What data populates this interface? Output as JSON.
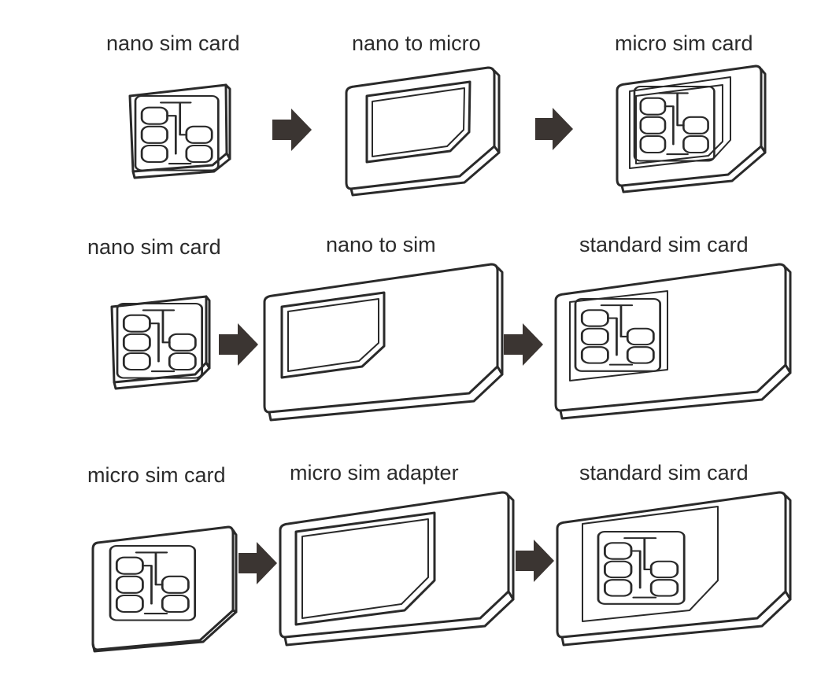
{
  "rows": [
    {
      "source_label": "nano sim card",
      "adapter_label": "nano to micro",
      "result_label": "micro sim card"
    },
    {
      "source_label": "nano sim card",
      "adapter_label": "nano to sim",
      "result_label": "standard sim card"
    },
    {
      "source_label": "micro sim card",
      "adapter_label": "micro sim adapter",
      "result_label": "standard sim card"
    }
  ],
  "icons": {
    "arrow": "arrow-right-icon",
    "card": "sim-card-icon",
    "adapter": "sim-adapter-icon"
  },
  "colors": {
    "line": "#2a2a2a",
    "arrow": "#3b3532",
    "background": "#ffffff"
  }
}
